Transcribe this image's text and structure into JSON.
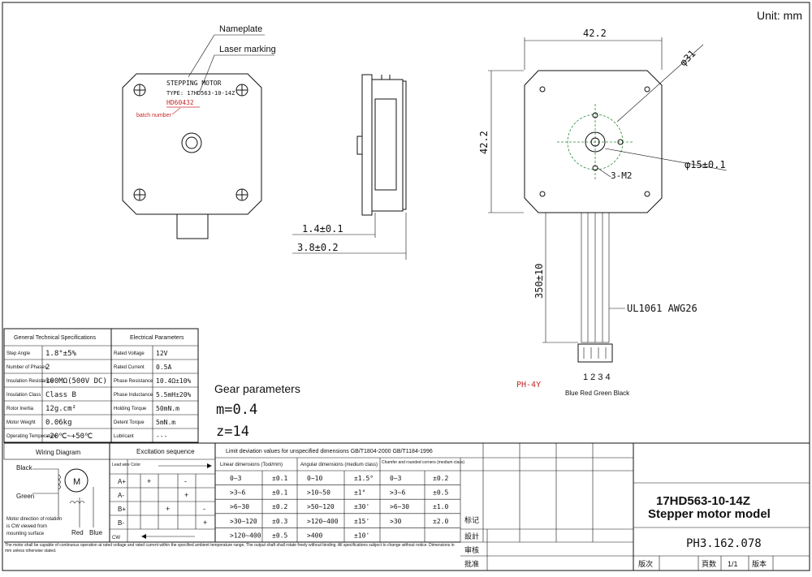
{
  "unit_label": "Unit: mm",
  "front_view": {
    "callout_nameplate": "Nameplate",
    "callout_laser": "Laser marking",
    "plate_line1": "STEPPING MOTOR",
    "plate_line2": "TYPE: 17HD563-10-14Z",
    "plate_line3": "HD60432",
    "batch_label": "batch number"
  },
  "side_view": {
    "dim_flange": "1.4±0.1",
    "dim_depth": "3.8±0.2"
  },
  "right_view": {
    "dim_width": "42.2",
    "dim_height": "42.2",
    "dim_hole_pitch": "φ31",
    "dim_pilot": "φ15±0.1",
    "screw_label": "3-M2",
    "lead_length": "350±10",
    "wire_label": "UL1061 AWG26",
    "connector_label": "PH-4Y",
    "pin_numbers": "1 2 3 4",
    "wire_colors": "Blue Red Green Black"
  },
  "gear": {
    "title": "Gear parameters",
    "module": "m=0.4",
    "teeth": "z=14"
  },
  "general_specs": {
    "title": "General Technical Specifications",
    "rows": [
      {
        "label": "Step Angle",
        "value": "1.8°±5%"
      },
      {
        "label": "Number of Phases",
        "value": "2"
      },
      {
        "label": "Insulation Resistance",
        "value": "100MΩ(500V DC)"
      },
      {
        "label": "Insulation Class",
        "value": "Class B"
      },
      {
        "label": "Rotor Inertia",
        "value": "12g.cm²"
      },
      {
        "label": "Motor Weight",
        "value": "0.06kg"
      },
      {
        "label": "Operating Temperature",
        "value": "-20℃~+50℃"
      }
    ]
  },
  "electrical": {
    "title": "Electrical Parameters",
    "rows": [
      {
        "label": "Rated Voltage",
        "value": "12V"
      },
      {
        "label": "Rated Current",
        "value": "0.5A"
      },
      {
        "label": "Phase Resistance",
        "value": "10.4Ω±10%"
      },
      {
        "label": "Phase Inductance",
        "value": "5.5mH±20%"
      },
      {
        "label": "Holding Torque",
        "value": "50mN.m"
      },
      {
        "label": "Detent Torque",
        "value": "5mN.m"
      },
      {
        "label": "Lubricant",
        "value": "---"
      }
    ]
  },
  "wiring": {
    "title": "Wiring Diagram",
    "black": "Black",
    "green": "Green",
    "red": "Red",
    "blue": "Blue",
    "motor": "M",
    "note1": "Motor direction of rotation",
    "note2": "is CW viewed from",
    "note3": "mounting surface"
  },
  "excitation": {
    "title": "Excitation sequence",
    "lead_hdr": "Lead wire Color",
    "ccw_label": "CW",
    "rows": [
      {
        "lead": "A+",
        "marks": [
          "+",
          "",
          "-",
          ""
        ]
      },
      {
        "lead": "A-",
        "marks": [
          "",
          "",
          "+",
          ""
        ]
      },
      {
        "lead": "B+",
        "marks": [
          "",
          "+",
          "",
          "-"
        ]
      },
      {
        "lead": "B-",
        "marks": [
          "",
          "",
          "",
          "+"
        ]
      }
    ]
  },
  "tolerances": {
    "title": "Limit deviation values for unspecified dimensions  GB/T1804-2000  GB/T1184-1996",
    "hdr_linear": "Linear dimensions (Tool/mm)",
    "hdr_angular": "Angular dimensions (medium class)",
    "hdr_chamfer": "Chamfer and rounded corners (medium class)",
    "rows": [
      [
        "0~3",
        "±0.1",
        "0~10",
        "±1.5°",
        "0~3",
        "±0.2"
      ],
      [
        ">3~6",
        "±0.1",
        ">10~50",
        "±1°",
        ">3~6",
        "±0.5"
      ],
      [
        ">6~30",
        "±0.2",
        ">50~120",
        "±30'",
        ">6~30",
        "±1.0"
      ],
      [
        ">30~120",
        "±0.3",
        ">120~400",
        "±15'",
        ">30",
        "±2.0"
      ],
      [
        ">120~400",
        "±0.5",
        ">400",
        "±10'",
        "",
        ""
      ]
    ]
  },
  "title_block": {
    "model_code": "17HD563-10-14Z",
    "model_name": "Stepper motor model",
    "drawing_no": "PH3.162.078",
    "designed": "設計",
    "checked": "审核",
    "approved": "批准",
    "notes_label": "标记",
    "version": "版次",
    "pages_label": "頁数",
    "pages": "1/1",
    "edition": "版本"
  },
  "footnote": "The motor shall be capable of continuous operation at rated voltage and rated current within the specified ambient temperature range. The output shaft shall rotate freely without binding. All specifications subject to change without notice. Dimensions in mm unless otherwise stated."
}
